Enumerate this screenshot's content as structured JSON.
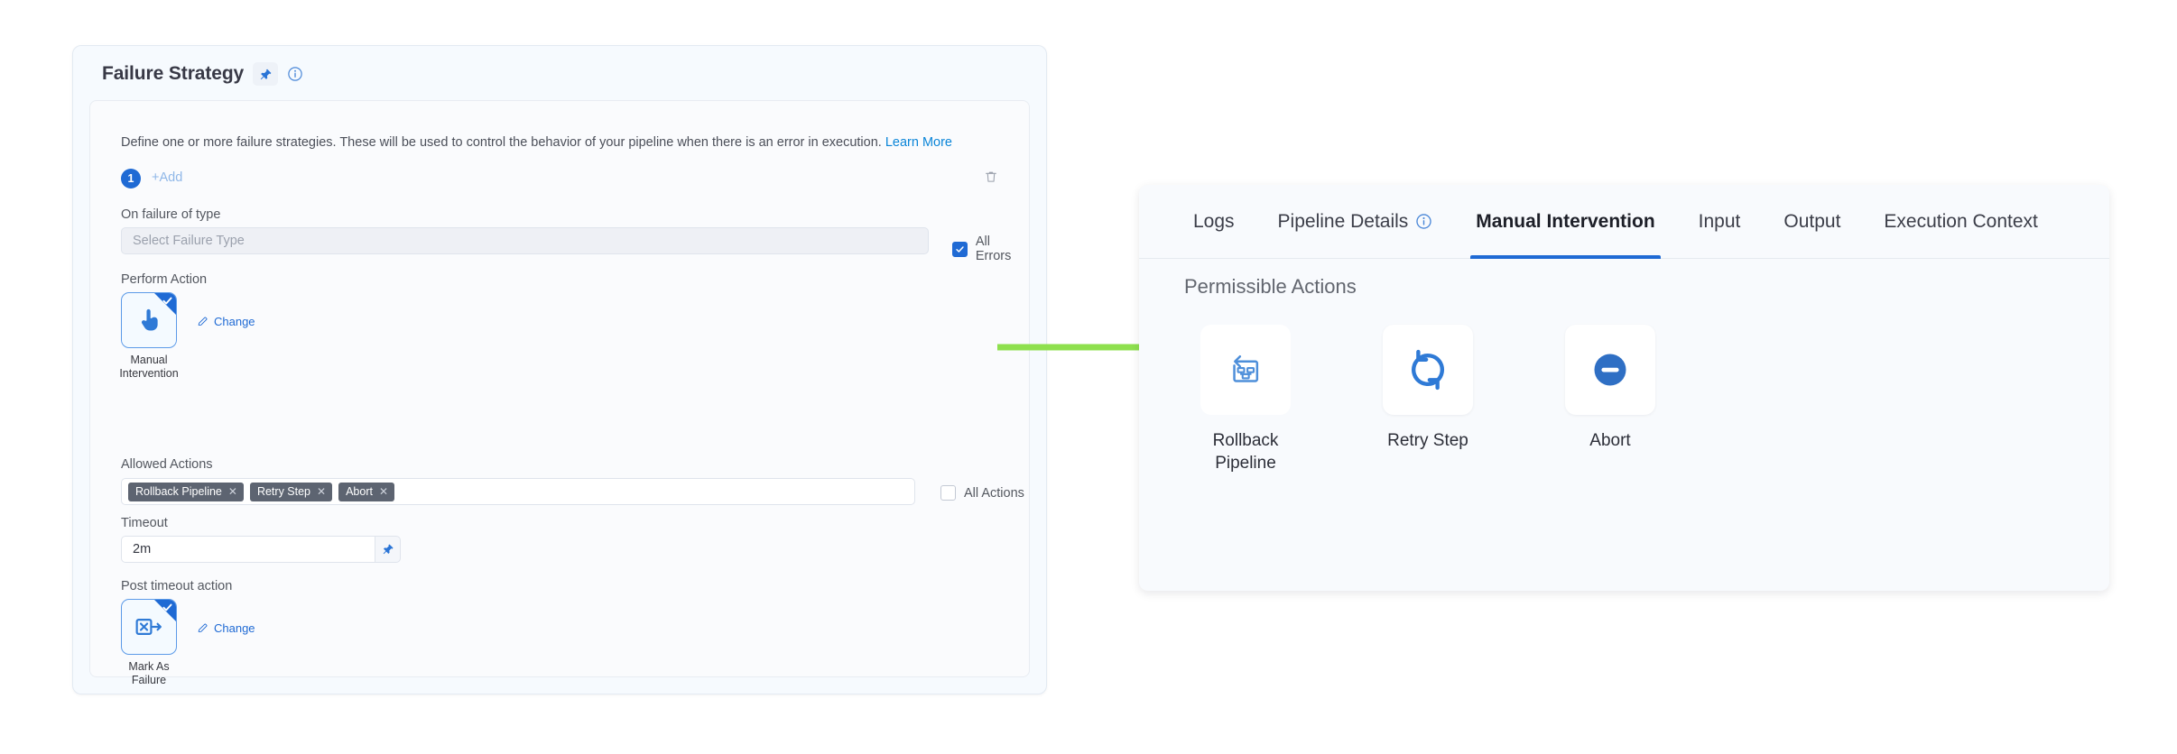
{
  "left_card": {
    "title": "Failure Strategy",
    "pin_icon": "pin-icon",
    "info_icon": "info-circle-icon",
    "description": "Define one or more failure strategies. These will be used to control the behavior of your pipeline when there is an error in execution.",
    "learn_more": "Learn More",
    "strategy_index": "1",
    "add_label": "+Add",
    "delete_icon": "trash-icon",
    "fields": {
      "on_failure_label": "On failure of type",
      "failure_type_placeholder": "Select Failure Type",
      "failure_type_value": "",
      "all_errors_label": "All Errors",
      "all_errors_checked": true,
      "perform_action_label": "Perform Action",
      "perform_action_tile": {
        "icon": "pointing-hand-icon",
        "caption": "Manual\nIntervention",
        "caption_line1": "Manual",
        "caption_line2": "Intervention",
        "selected": true,
        "change_label": "Change",
        "change_icon": "pencil-icon"
      },
      "allowed_actions_label": "Allowed Actions",
      "allowed_actions_tags": [
        "Rollback Pipeline",
        "Retry Step",
        "Abort"
      ],
      "tag_remove_icon": "close-x-icon",
      "all_actions_label": "All Actions",
      "all_actions_checked": false,
      "timeout_label": "Timeout",
      "timeout_value": "2m",
      "timeout_pin_icon": "pin-icon",
      "post_timeout_label": "Post timeout action",
      "post_timeout_tile": {
        "icon": "mark-as-failure-icon",
        "caption_line1": "Mark As",
        "caption_line2": "Failure",
        "selected": true,
        "change_label": "Change",
        "change_icon": "pencil-icon"
      }
    }
  },
  "arrow": {
    "name": "green-arrow",
    "color": "#8ee04e"
  },
  "right_panel": {
    "tabs": [
      {
        "label": "Logs",
        "active": false,
        "has_info": false
      },
      {
        "label": "Pipeline Details",
        "active": false,
        "has_info": true
      },
      {
        "label": "Manual Intervention",
        "active": true,
        "has_info": false
      },
      {
        "label": "Input",
        "active": false,
        "has_info": false
      },
      {
        "label": "Output",
        "active": false,
        "has_info": false
      },
      {
        "label": "Execution Context",
        "active": false,
        "has_info": false
      }
    ],
    "section_title": "Permissible Actions",
    "actions": [
      {
        "label_line1": "Rollback",
        "label_line2": "Pipeline",
        "icon": "rollback-pipeline-icon"
      },
      {
        "label_line1": "Retry Step",
        "label_line2": "",
        "icon": "retry-refresh-icon"
      },
      {
        "label_line1": "Abort",
        "label_line2": "",
        "icon": "abort-minus-circle-icon"
      }
    ]
  },
  "colors": {
    "accent": "#1f6ad4",
    "tag_bg": "#5d6471",
    "arrow_green": "#8ee04e",
    "link_blue": "#0a85d8"
  }
}
